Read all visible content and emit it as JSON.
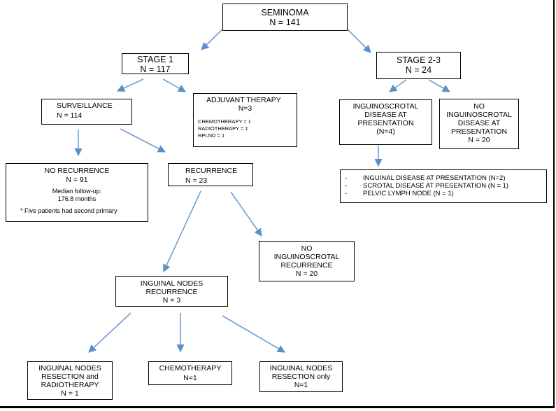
{
  "seminoma": {
    "title": "SEMINOMA",
    "n": "N = 141"
  },
  "stage1": {
    "title": "STAGE 1",
    "n": "N = 117"
  },
  "stage23": {
    "title": "STAGE 2-3",
    "n": "N = 24"
  },
  "surveillance": {
    "title": "SURVEILLANCE",
    "n": "N = 114"
  },
  "adjuvant": {
    "title": "ADJUVANT THERAPY",
    "n": "N=3",
    "items": [
      "CHEMOTHERAPY = 1",
      "RADIOTHERAPY = 1",
      "RPLND = 1"
    ]
  },
  "inguino": {
    "lines": [
      "INGUINOSCROTAL",
      "DISEASE AT",
      "PRESENTATION",
      "(N=4)"
    ]
  },
  "no_inguino": {
    "lines": [
      "NO",
      "INGUINOSCROTAL",
      "DISEASE AT",
      "PRESENTATION",
      "N = 20"
    ]
  },
  "presentation_list": {
    "items": [
      "INGUINAL DISEASE AT PRESENTATION (N=2)",
      "SCROTAL DISEASE AT PRESENTATION (N = 1)",
      "PELVIC LYMPH NODE (N = 1)"
    ]
  },
  "no_recurrence": {
    "title": "NO RECURRENCE",
    "n": "N = 91",
    "followup1": "Median follow-up:",
    "followup2": "176.8 months",
    "note": "* Five patients had second primary"
  },
  "recurrence": {
    "title": "RECURRENCE",
    "n": "N = 23"
  },
  "no_inguino_recur": {
    "lines": [
      "NO",
      "INGUINOSCROTAL",
      "RECURRENCE",
      "N = 20"
    ]
  },
  "inguinal_recur": {
    "lines": [
      "INGUINAL NODES",
      "RECURRENCE",
      "N = 3"
    ]
  },
  "resect_radio": {
    "lines": [
      "INGUINAL NODES",
      "RESECTION and",
      "RADIOTHERAPY",
      "N = 1"
    ]
  },
  "chemo": {
    "lines": [
      "CHEMOTHERAPY",
      "N=1"
    ]
  },
  "resect_only": {
    "lines": [
      "INGUINAL NODES",
      "RESECTION only",
      "N=1"
    ]
  }
}
